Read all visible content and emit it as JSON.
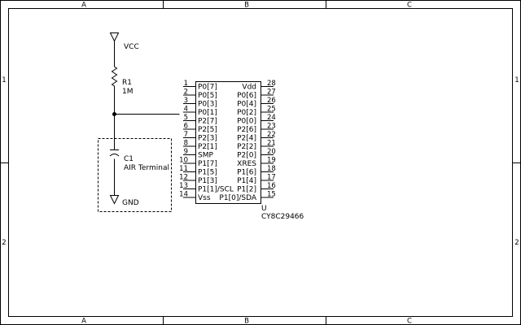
{
  "border": {
    "columns": [
      "A",
      "B",
      "C"
    ],
    "rows": [
      "1",
      "2"
    ]
  },
  "components": {
    "vcc": {
      "label": "VCC"
    },
    "r1": {
      "ref": "R1",
      "value": "1M"
    },
    "c1": {
      "ref": "C1",
      "value": "AIR Terminal"
    },
    "gnd": {
      "label": "GND"
    },
    "u": {
      "ref": "U",
      "part": "CY8C29466",
      "left_pins": [
        {
          "num": "1",
          "name": "P0[7]"
        },
        {
          "num": "2",
          "name": "P0[5]"
        },
        {
          "num": "3",
          "name": "P0[3]"
        },
        {
          "num": "4",
          "name": "P0[1]"
        },
        {
          "num": "5",
          "name": "P2[7]"
        },
        {
          "num": "6",
          "name": "P2[5]"
        },
        {
          "num": "7",
          "name": "P2[3]"
        },
        {
          "num": "8",
          "name": "P2[1]"
        },
        {
          "num": "9",
          "name": "SMP"
        },
        {
          "num": "10",
          "name": "P1[7]"
        },
        {
          "num": "11",
          "name": "P1[5]"
        },
        {
          "num": "12",
          "name": "P1[3]"
        },
        {
          "num": "13",
          "name": "P1[1]/SCL"
        },
        {
          "num": "14",
          "name": "Vss"
        }
      ],
      "right_pins": [
        {
          "num": "28",
          "name": "Vdd"
        },
        {
          "num": "27",
          "name": "P0[6]"
        },
        {
          "num": "26",
          "name": "P0[4]"
        },
        {
          "num": "25",
          "name": "P0[2]"
        },
        {
          "num": "24",
          "name": "P0[0]"
        },
        {
          "num": "23",
          "name": "P2[6]"
        },
        {
          "num": "22",
          "name": "P2[4]"
        },
        {
          "num": "21",
          "name": "P2[2]"
        },
        {
          "num": "20",
          "name": "P2[0]"
        },
        {
          "num": "19",
          "name": "XRES"
        },
        {
          "num": "18",
          "name": "P1[6]"
        },
        {
          "num": "17",
          "name": "P1[4]"
        },
        {
          "num": "16",
          "name": "P1[2]"
        },
        {
          "num": "15",
          "name": "P1[0]/SDA"
        }
      ]
    }
  }
}
